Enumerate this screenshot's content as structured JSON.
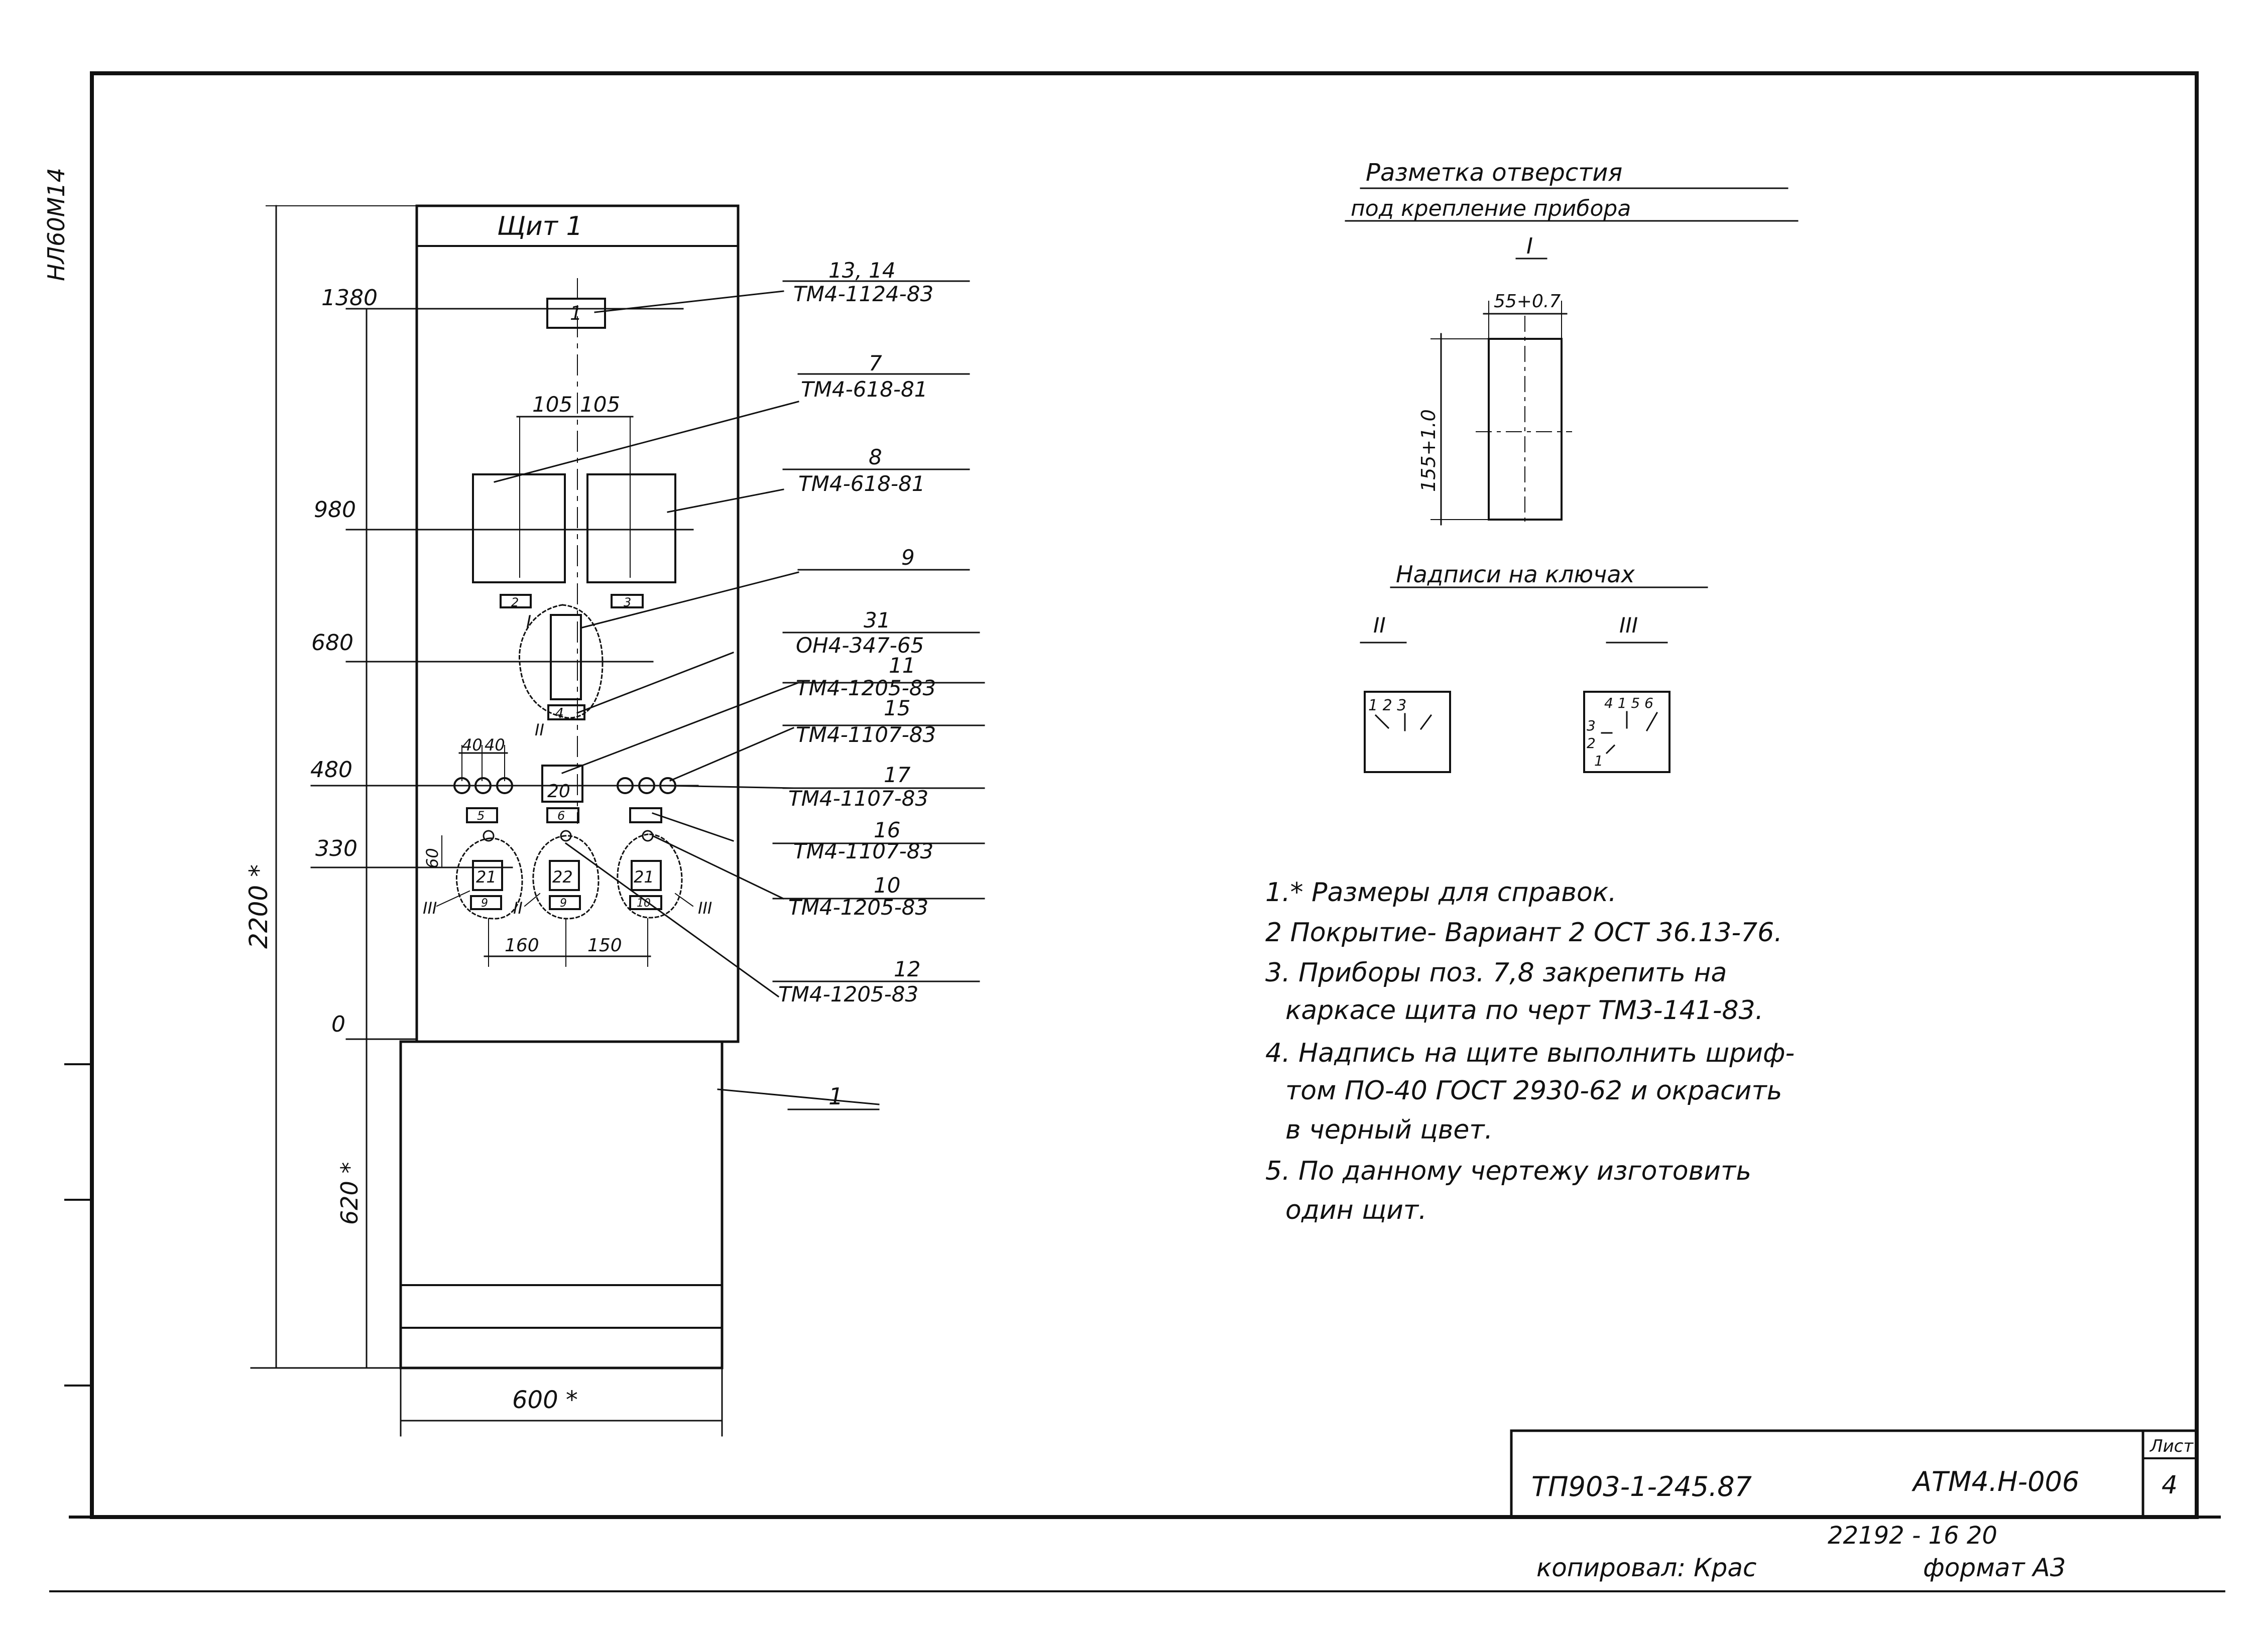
{
  "side_stamp": "НЛ60М14",
  "panel": {
    "title": "Щит 1",
    "levels": [
      "1380",
      "980",
      "680",
      "480",
      "330",
      "0"
    ],
    "dims": {
      "spacing_top_left": "105",
      "spacing_top_right": "105",
      "spacing_small_left": "40",
      "spacing_small_right": "40",
      "spacing_bottom_left": "160",
      "spacing_bottom_right": "150",
      "total_height": "2200 *",
      "base_height": "620 *",
      "width": "600 *",
      "small_vertical": "60"
    },
    "items": {
      "top_box": "1",
      "tag_2": "2",
      "tag_3": "3",
      "tag_4": "4",
      "tag_20": "20",
      "tag_5": "5",
      "tag_6": "6",
      "tag_21_left": "21",
      "tag_22": "22",
      "tag_21_right": "21",
      "tag_9_left": "9",
      "tag_9_mid": "9",
      "tag_10": "10",
      "roman_I": "I",
      "roman_II_a": "II",
      "roman_III_left": "III",
      "roman_II_b": "II",
      "roman_III_right": "III",
      "pos_base": "1"
    }
  },
  "callouts": [
    {
      "pos": "13, 14",
      "code": "ТМ4-1124-83"
    },
    {
      "pos": "7",
      "code": "ТМ4-618-81"
    },
    {
      "pos": "8",
      "code": "ТМ4-618-81"
    },
    {
      "pos": "9",
      "code": ""
    },
    {
      "pos": "31",
      "code": "ОН4-347-65"
    },
    {
      "pos": "11",
      "code": "ТМ4-1205-83"
    },
    {
      "pos": "15",
      "code": "ТМ4-1107-83"
    },
    {
      "pos": "17",
      "code": "ТМ4-1107-83"
    },
    {
      "pos": "16",
      "code": "ТМ4-1107-83"
    },
    {
      "pos": "10",
      "code": "ТМ4-1205-83"
    },
    {
      "pos": "12",
      "code": "ТМ4-1205-83"
    }
  ],
  "hole_marking": {
    "title_line1": "Разметка отверстия",
    "title_line2": "под крепление прибора",
    "view": "I",
    "width_dim": "55+0.7",
    "height_dim": "155+1.0"
  },
  "key_labels": {
    "title": "Надписи на ключах",
    "view_a": "II",
    "view_b": "III",
    "face_a": "1 2 3",
    "face_b_top": "4 1 5 6",
    "face_b_mid": "3",
    "face_b_low": "2",
    "face_b_bottom": "1"
  },
  "notes": [
    "1.* Размеры для справок.",
    "2 Покрытие- Вариант 2 ОСТ 36.13-76.",
    "3. Приборы поз. 7,8 закрепить на",
    "каркасе щита по черт ТМ3-141-83.",
    "4. Надпись на щите выполнить шриф-",
    "том ПО-40 ГОСТ 2930-62 и окрасить",
    "в черный цвет.",
    "5. По данному чертежу изготовить",
    "один щит."
  ],
  "title_block": {
    "project": "ТП903-1-245.87",
    "drawing": "АТМ4.Н-006",
    "sheet_label": "Лист",
    "sheet_no": "4",
    "archive_no": "22192 - 16 20",
    "copied": "копировал: Крас",
    "format": "формат А3"
  }
}
